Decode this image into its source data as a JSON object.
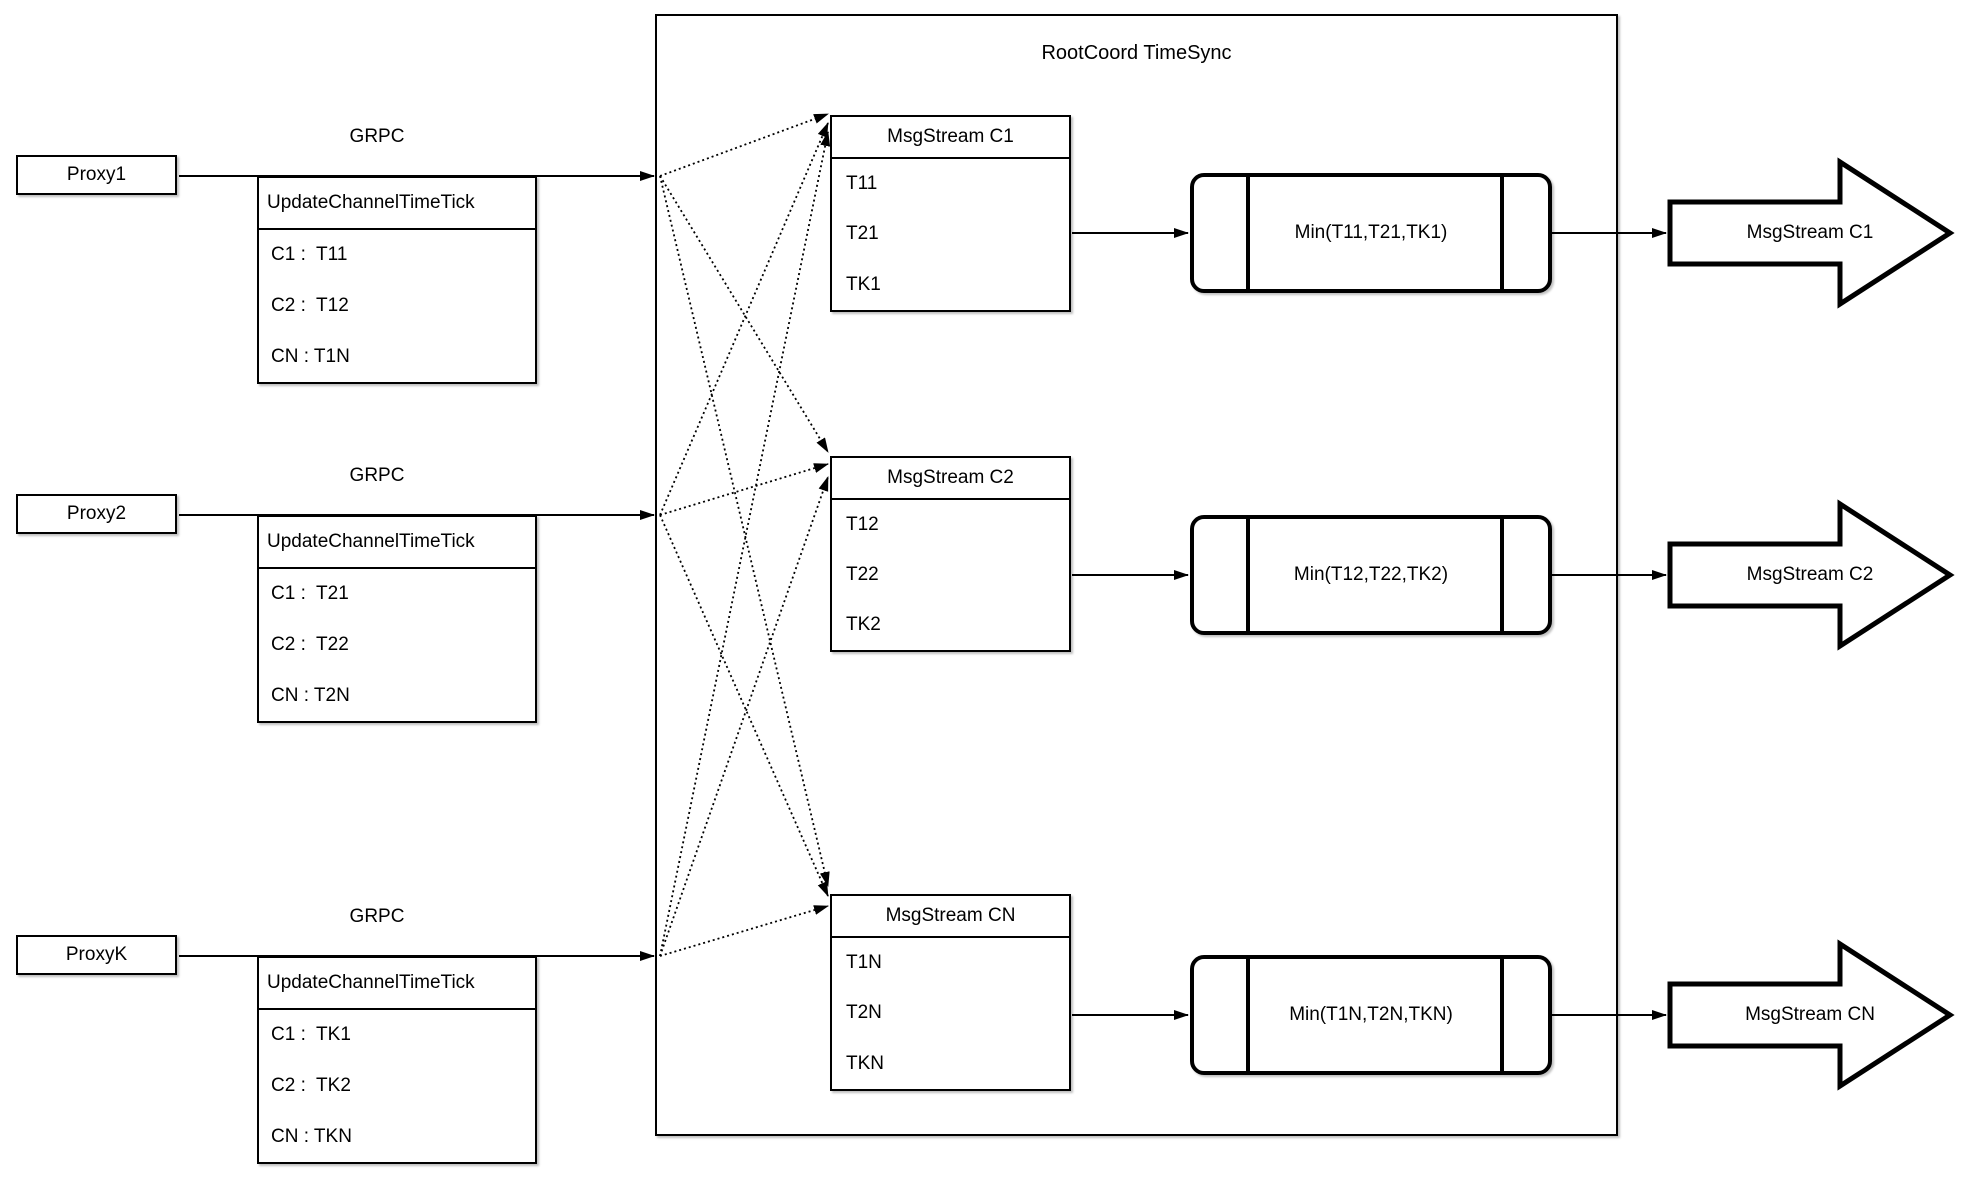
{
  "diagram_title": "RootCoord TimeSync",
  "colors": {
    "stroke": "#000000",
    "background": "#ffffff"
  },
  "rows": [
    {
      "proxy_label": "Proxy1",
      "grpc_label": "GRPC",
      "update_table": {
        "header": "UpdateChannelTimeTick",
        "entries": [
          "C1 :  T11",
          "C2 :  T12",
          "CN : T1N"
        ]
      },
      "msgstream_table": {
        "header": "MsgStream C1",
        "entries": [
          "T11",
          "T21",
          "TK1"
        ]
      },
      "min_label": "Min(T11,T21,TK1)",
      "output_arrow_label": "MsgStream C1"
    },
    {
      "proxy_label": "Proxy2",
      "grpc_label": "GRPC",
      "update_table": {
        "header": "UpdateChannelTimeTick",
        "entries": [
          "C1 :  T21",
          "C2 :  T22",
          "CN : T2N"
        ]
      },
      "msgstream_table": {
        "header": "MsgStream C2",
        "entries": [
          "T12",
          "T22",
          "TK2"
        ]
      },
      "min_label": "Min(T12,T22,TK2)",
      "output_arrow_label": "MsgStream C2"
    },
    {
      "proxy_label": "ProxyK",
      "grpc_label": "GRPC",
      "update_table": {
        "header": "UpdateChannelTimeTick",
        "entries": [
          "C1 :  TK1",
          "C2 :  TK2",
          "CN : TKN"
        ]
      },
      "msgstream_table": {
        "header": "MsgStream CN",
        "entries": [
          "T1N",
          "T2N",
          "TKN"
        ]
      },
      "min_label": "Min(T1N,T2N,TKN)",
      "output_arrow_label": "MsgStream CN"
    }
  ]
}
